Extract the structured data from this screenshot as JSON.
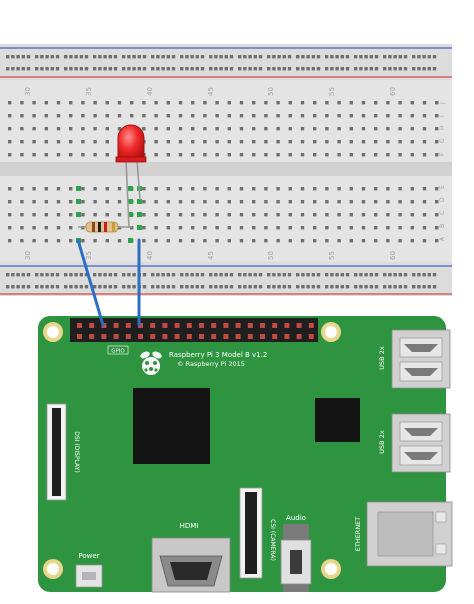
{
  "breadboard": {
    "column_numbers": [
      "30",
      "35",
      "40",
      "45",
      "50",
      "55",
      "60"
    ],
    "row_letters_top": [
      "J",
      "I",
      "H",
      "G",
      "F"
    ],
    "row_letters_bottom": [
      "E",
      "D",
      "C",
      "B",
      "A"
    ]
  },
  "pi": {
    "model_label": "Raspberry Pi 3 Model B v1.2",
    "copyright_label": "© Raspberry Pi 2015",
    "gpio_label": "GPIO",
    "dsi_label": "DSI (DISPLAY)",
    "csi_label": "CSI (CAMERA)",
    "hdmi_label": "HDMI",
    "audio_label": "Audio",
    "ethernet_label": "ETHERNET",
    "usb_label_1": "USB 2x",
    "usb_label_2": "USB 2x",
    "power_label": "Power"
  },
  "colors": {
    "pcb": "#2e9440",
    "wire": "#2b6fc2",
    "led": "#e02020",
    "rail_blue": "#4a5ec8",
    "rail_red": "#d24848"
  }
}
